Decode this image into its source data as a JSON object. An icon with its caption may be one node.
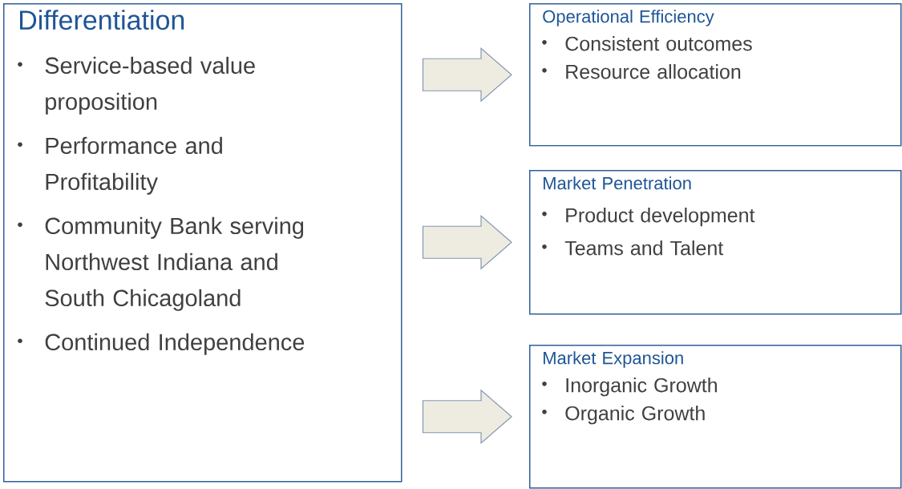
{
  "diagram": {
    "nodes": [
      {
        "text": [
          "Differentiation",
          "Service-based value proposition",
          "Performance and Profitability",
          "Community Bank serving Northwest Indiana and South Chicagoland",
          "Continued Independence"
        ]
      },
      {
        "text": [
          "Operational Efficiency",
          "Consistent outcomes",
          "Resource allocation"
        ]
      },
      {
        "text": [
          "Market Penetration",
          "Product development",
          "Teams and Talent"
        ]
      },
      {
        "text": [
          "Market Expansion",
          "Inorganic Growth",
          "Organic Growth"
        ]
      }
    ],
    "edges": [
      {
        "from": 0,
        "to": 1,
        "arrow": "to"
      },
      {
        "from": 0,
        "to": 2,
        "arrow": "to"
      },
      {
        "from": 0,
        "to": 3,
        "arrow": "to"
      }
    ]
  }
}
